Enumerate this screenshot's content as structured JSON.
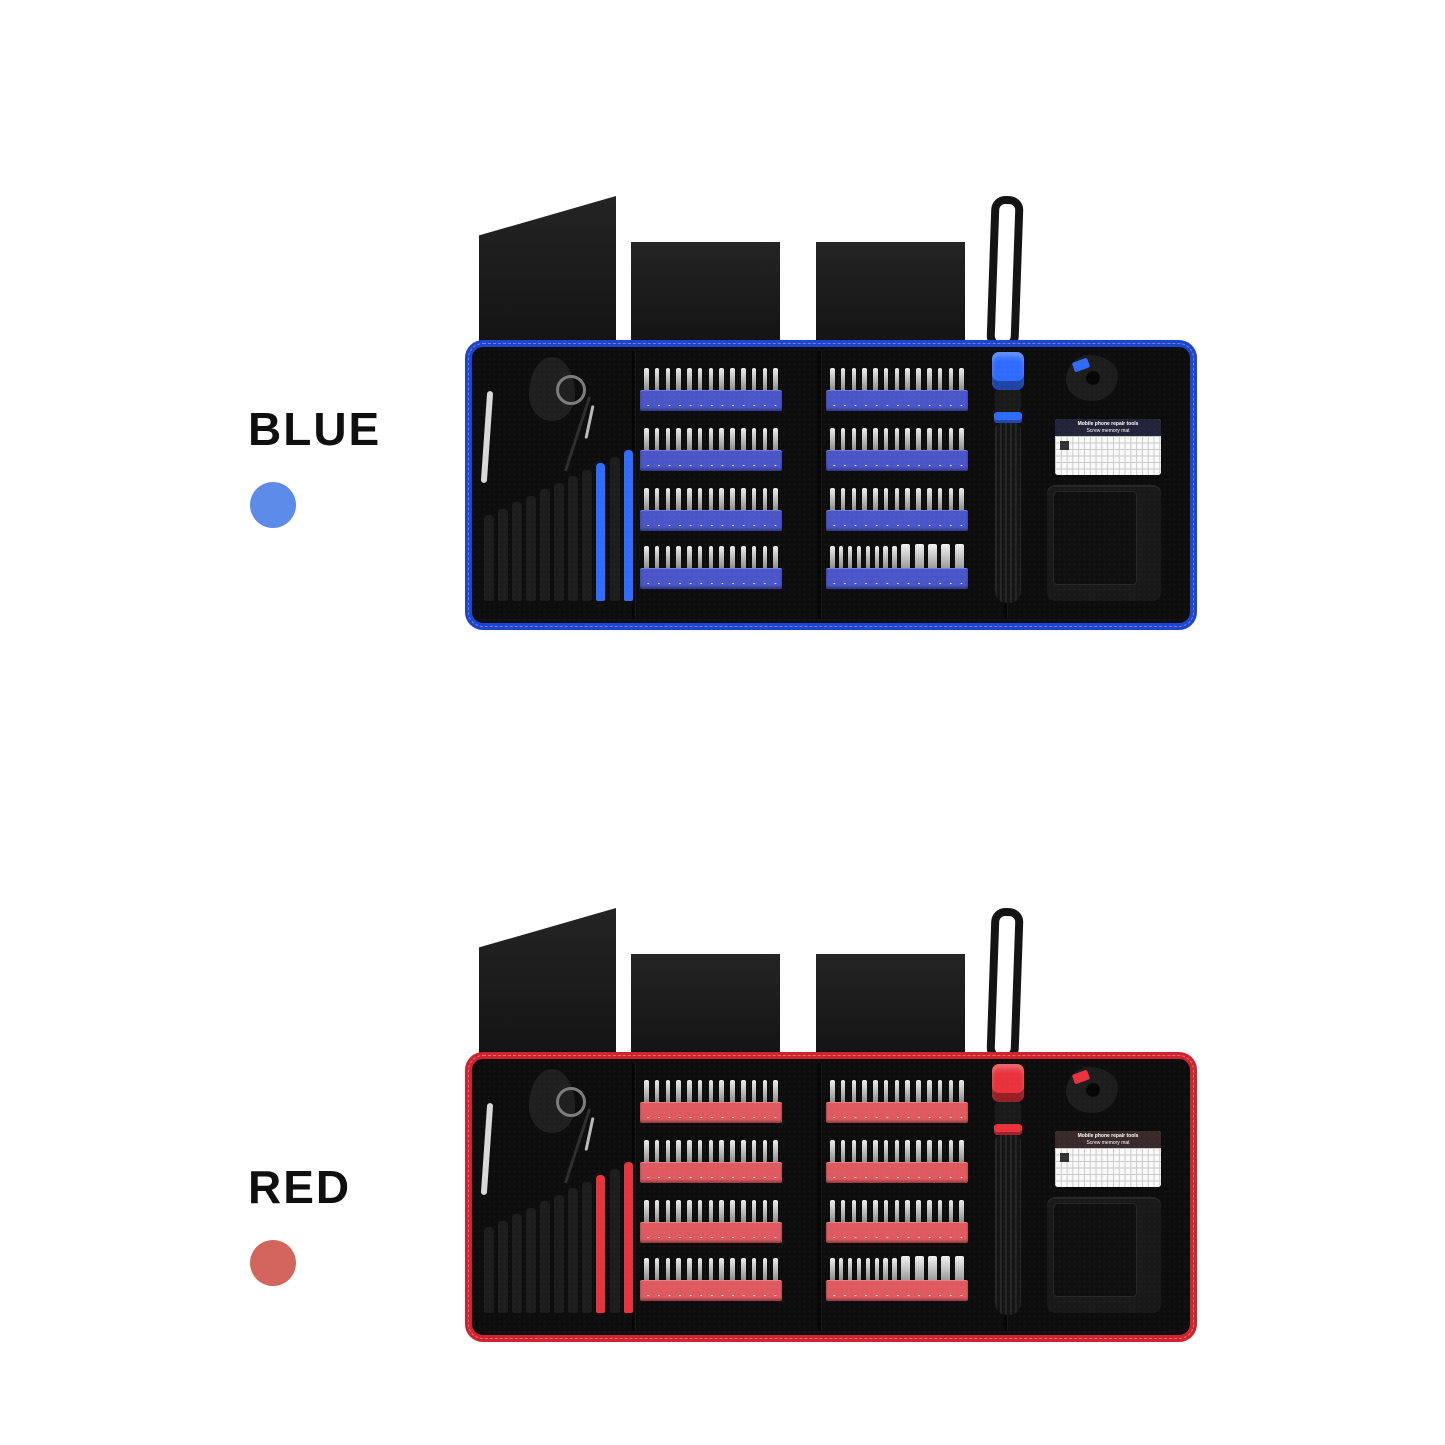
{
  "page": {
    "background": "#ffffff"
  },
  "card": {
    "line1": "Mobile phone repair tools",
    "line2": "Screw memory mat"
  },
  "kit": {
    "bit_panel_count": 2,
    "bit_rows_per_panel": 4,
    "bits_per_row": 13,
    "wide_socket_bits_last_row": 5,
    "left_pocket_tool_count": 11
  },
  "variants": [
    {
      "label": "BLUE",
      "swatch_color": "#5d8bea",
      "trim_color": "#1f44d0",
      "accent_color": "#2f6bff",
      "strip_color": "#4a55c8",
      "card_header_color": "#23233a"
    },
    {
      "label": "RED",
      "swatch_color": "#d4655c",
      "trim_color": "#cf2430",
      "accent_color": "#e8323c",
      "strip_color": "#df5a60",
      "card_header_color": "#392a2a"
    }
  ]
}
